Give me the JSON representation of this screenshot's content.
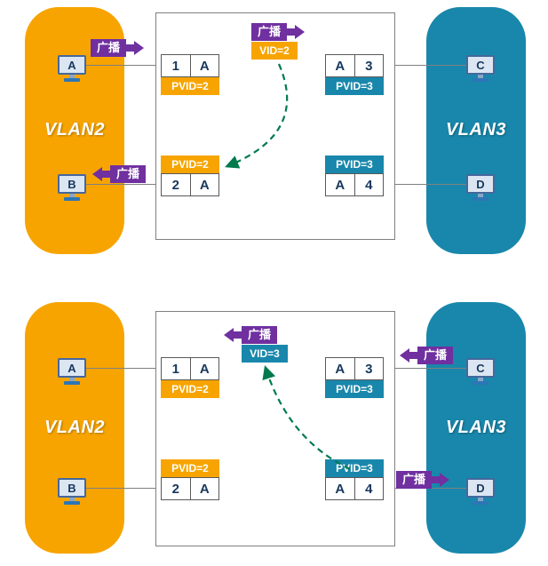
{
  "vlans": {
    "vlan2": {
      "name": "VLAN2",
      "color": "#F7A400"
    },
    "vlan3": {
      "name": "VLAN3",
      "color": "#1987AB"
    }
  },
  "hosts": {
    "a": "A",
    "b": "B",
    "c": "C",
    "d": "D"
  },
  "ports": {
    "p1": {
      "num": "1",
      "vlan_tag": "A",
      "pvid": "PVID=2"
    },
    "p2": {
      "num": "2",
      "vlan_tag": "A",
      "pvid": "PVID=2"
    },
    "p3": {
      "num": "3",
      "vlan_tag": "A",
      "pvid": "PVID=3"
    },
    "p4": {
      "num": "4",
      "vlan_tag": "A",
      "pvid": "PVID=3"
    }
  },
  "labels": {
    "broadcast": "广播"
  },
  "scenario_top": {
    "vid_tag": "VID=2"
  },
  "scenario_bottom": {
    "vid_tag": "VID=3"
  },
  "colors": {
    "broadcast_purple": "#7030A0",
    "flow_arrow_green": "#007A4D",
    "port_text_navy": "#17375E"
  }
}
